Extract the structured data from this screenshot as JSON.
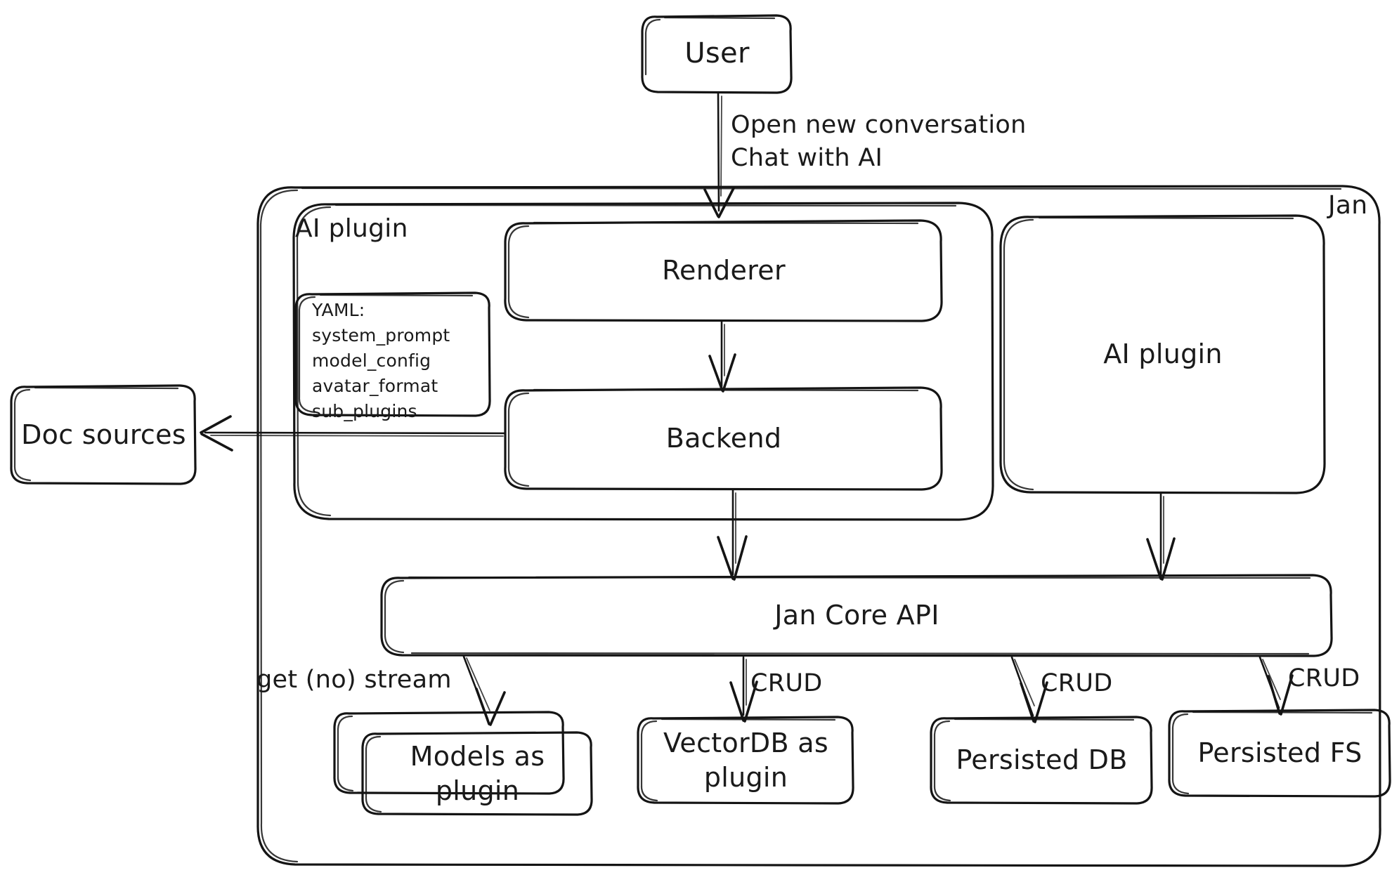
{
  "diagram": {
    "title": "Jan architecture",
    "style": "hand-drawn",
    "stroke_color": "#141414",
    "background_color": "#ffffff",
    "text_color": "#1a1a1a"
  },
  "containers": [
    {
      "id": "jan",
      "label": "Jan"
    },
    {
      "id": "ai_plugin_group",
      "label": "AI plugin"
    }
  ],
  "nodes": [
    {
      "id": "user",
      "label": "User"
    },
    {
      "id": "renderer",
      "label": "Renderer"
    },
    {
      "id": "backend",
      "label": "Backend"
    },
    {
      "id": "ai_plugin",
      "label": "AI plugin"
    },
    {
      "id": "doc_sources",
      "label": "Doc sources"
    },
    {
      "id": "jan_core_api",
      "label": "Jan Core API"
    },
    {
      "id": "models_plugin",
      "label": "Models as\nplugin"
    },
    {
      "id": "vectordb_plugin",
      "label": "VectorDB as\nplugin"
    },
    {
      "id": "persisted_db",
      "label": "Persisted DB"
    },
    {
      "id": "persisted_fs",
      "label": "Persisted FS"
    }
  ],
  "yaml_note": {
    "header": "YAML:",
    "keys": [
      "system_prompt",
      "model_config",
      "avatar_format",
      "sub_plugins"
    ],
    "text": "YAML:\nsystem_prompt\nmodel_config\navatar_format\nsub_plugins"
  },
  "edges": [
    {
      "id": "user_renderer",
      "from": "user",
      "to": "renderer",
      "label": "Open new conversation\nChat with AI"
    },
    {
      "id": "renderer_backend",
      "from": "renderer",
      "to": "backend",
      "label": ""
    },
    {
      "id": "backend_doc",
      "from": "backend",
      "to": "doc_sources",
      "label": ""
    },
    {
      "id": "backend_core",
      "from": "backend",
      "to": "jan_core_api",
      "label": ""
    },
    {
      "id": "aiplugin_core",
      "from": "ai_plugin",
      "to": "jan_core_api",
      "label": ""
    },
    {
      "id": "core_models",
      "from": "jan_core_api",
      "to": "models_plugin",
      "label": "get (no) stream"
    },
    {
      "id": "core_vectordb",
      "from": "jan_core_api",
      "to": "vectordb_plugin",
      "label": "CRUD"
    },
    {
      "id": "core_db",
      "from": "jan_core_api",
      "to": "persisted_db",
      "label": "CRUD"
    },
    {
      "id": "core_fs",
      "from": "jan_core_api",
      "to": "persisted_fs",
      "label": "CRUD"
    }
  ]
}
